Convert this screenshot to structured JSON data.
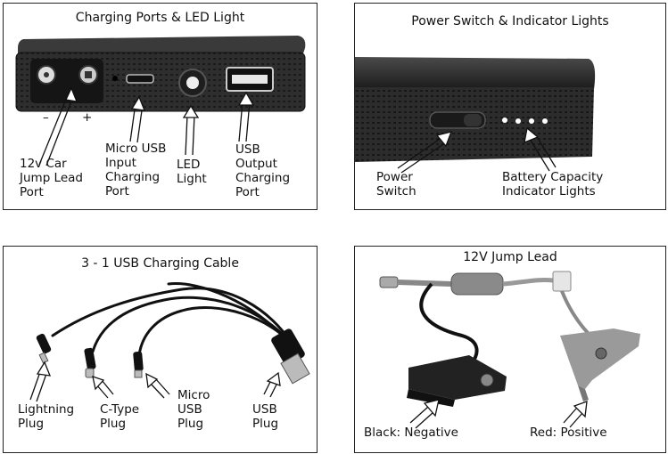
{
  "panels": {
    "ports": {
      "title": "Charging Ports & LED Light",
      "minus": "–",
      "plus": "+",
      "labels": {
        "jump_port": "12v Car\nJump Lead\nPort",
        "micro_usb": "Micro USB\nInput\nCharging\nPort",
        "led": "LED\nLight",
        "usb_out": "USB\nOutput\nCharging\nPort"
      }
    },
    "switch": {
      "title": "Power Switch & Indicator Lights",
      "labels": {
        "power": "Power\nSwitch",
        "battery": "Battery Capacity\nIndicator Lights"
      }
    },
    "cable": {
      "title": "3 - 1 USB Charging Cable",
      "labels": {
        "lightning": "Lightning\nPlug",
        "ctype": "C-Type\nPlug",
        "micro": "Micro\nUSB\nPlug",
        "usb": "USB\nPlug"
      }
    },
    "jump": {
      "title": "12V Jump Lead",
      "labels": {
        "black": "Black: Negative",
        "red": "Red: Positive"
      }
    }
  }
}
